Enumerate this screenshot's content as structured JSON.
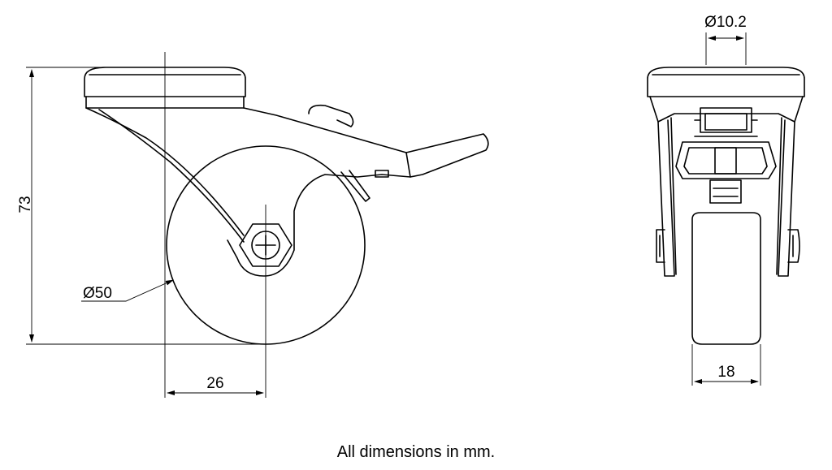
{
  "side_view": {
    "height_label": "73",
    "wheel_diameter_label": "Ø50",
    "offset_label": "26"
  },
  "front_view": {
    "bolt_hole_label": "Ø10.2",
    "wheel_width_label": "18"
  },
  "footnote": "All dimensions in mm."
}
